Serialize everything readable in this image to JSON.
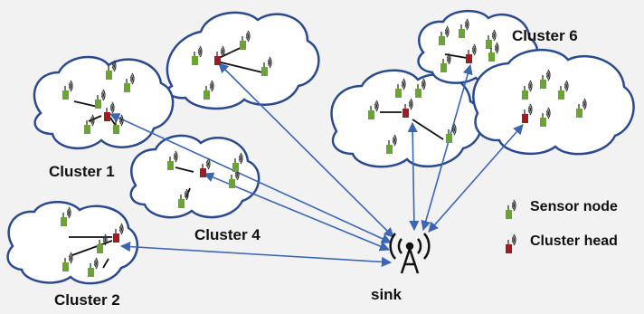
{
  "clusters": [
    {
      "id": "c1",
      "label": "Cluster 1"
    },
    {
      "id": "c2",
      "label": "Cluster 2"
    },
    {
      "id": "c3",
      "label": ""
    },
    {
      "id": "c4",
      "label": "Cluster 4"
    },
    {
      "id": "c5",
      "label": ""
    },
    {
      "id": "c6",
      "label": "Cluster 6"
    },
    {
      "id": "c7",
      "label": ""
    }
  ],
  "sink": {
    "label": "sink"
  },
  "legend": {
    "sensor_node": "Sensor node",
    "cluster_head": "Cluster head"
  },
  "colors": {
    "sensor_node": "#6aa531",
    "cluster_head": "#a01c24",
    "cloud_stroke": "#2a4a8f",
    "arrow": "#3b66b4",
    "background": "#f2f2f2"
  }
}
